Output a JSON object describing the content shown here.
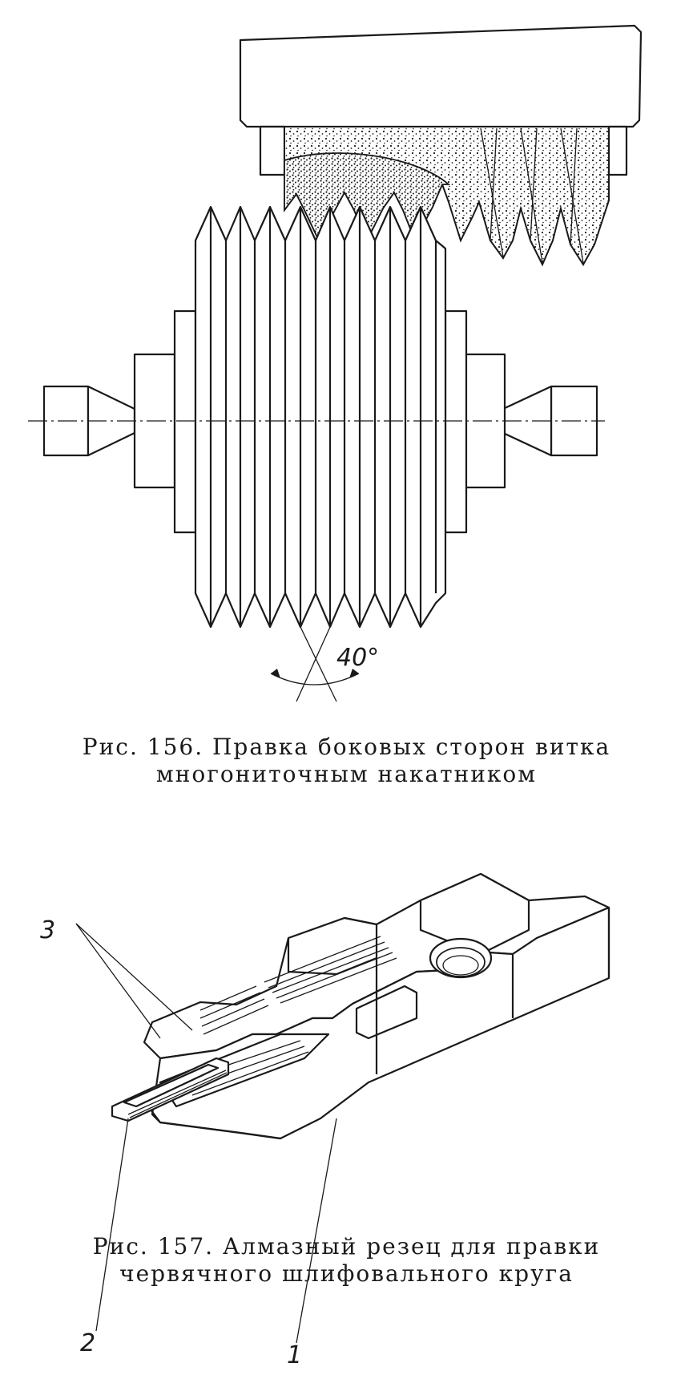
{
  "figure156": {
    "angle_label": "40°",
    "caption_line1": "Рис. 156. Правка боковых сторон витка",
    "caption_line2": "многониточным накатником"
  },
  "figure157": {
    "label_1": "1",
    "label_2": "2",
    "label_3": "3",
    "caption_line1": "Рис. 157. Алмазный резец для правки",
    "caption_line2": "червячного шлифовального круга"
  }
}
